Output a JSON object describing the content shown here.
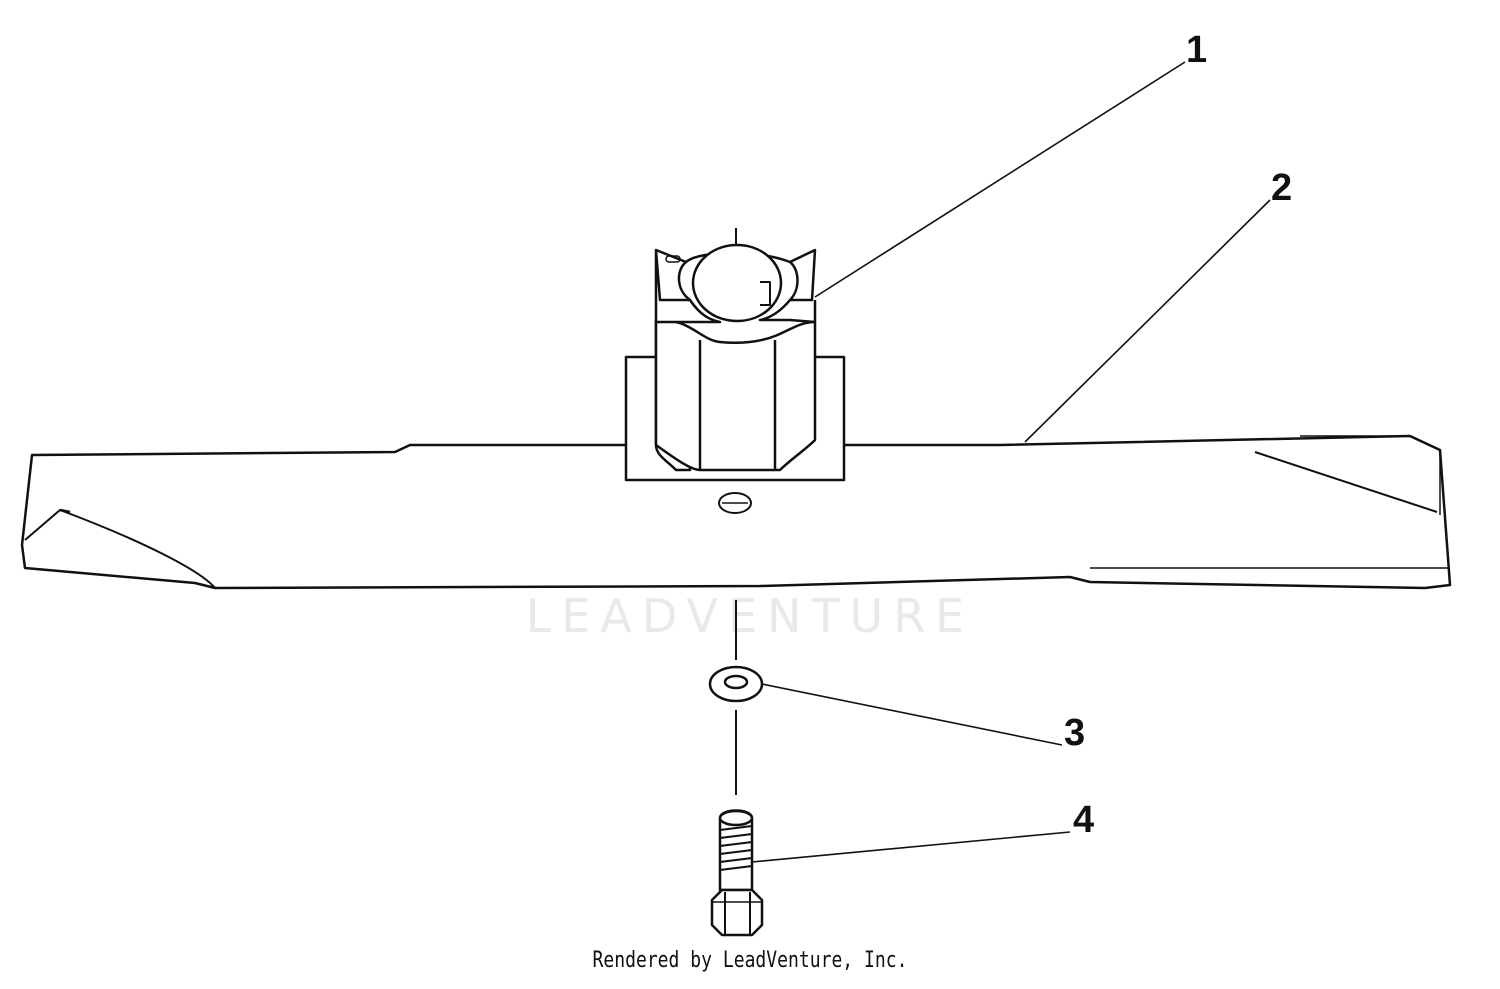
{
  "diagram": {
    "callouts": [
      {
        "id": "1",
        "label": "1"
      },
      {
        "id": "2",
        "label": "2"
      },
      {
        "id": "3",
        "label": "3"
      },
      {
        "id": "4",
        "label": "4"
      }
    ],
    "watermark": {
      "text": "LEADVENTURE"
    },
    "credit": "Rendered by LeadVenture, Inc.",
    "colors": {
      "line": "#111111",
      "watermark": "#e9e9e9",
      "background": "#ffffff"
    }
  }
}
